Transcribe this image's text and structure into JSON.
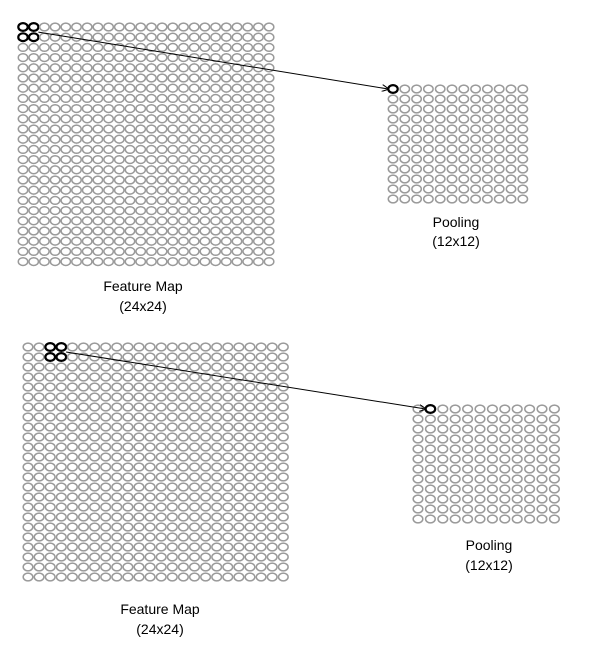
{
  "panels": [
    {
      "feature_map": {
        "title": "Feature Map",
        "size": "(24x24)",
        "rows": 24,
        "cols": 24,
        "highlighted": [
          [
            0,
            0
          ],
          [
            0,
            1
          ],
          [
            1,
            0
          ],
          [
            1,
            1
          ]
        ]
      },
      "pooling": {
        "title": "Pooling",
        "size": "(12x12)",
        "rows": 12,
        "cols": 12,
        "highlighted": [
          [
            0,
            0
          ]
        ]
      }
    },
    {
      "feature_map": {
        "title": "Feature Map",
        "size": "(24x24)",
        "rows": 24,
        "cols": 24,
        "highlighted": [
          [
            0,
            2
          ],
          [
            0,
            3
          ],
          [
            1,
            2
          ],
          [
            1,
            3
          ]
        ]
      },
      "pooling": {
        "title": "Pooling",
        "size": "(12x12)",
        "rows": 12,
        "cols": 12,
        "highlighted": [
          [
            0,
            1
          ]
        ]
      }
    }
  ],
  "colors": {
    "cell": "#9a9a9a",
    "highlight": "#000000",
    "arrow": "#000000"
  }
}
